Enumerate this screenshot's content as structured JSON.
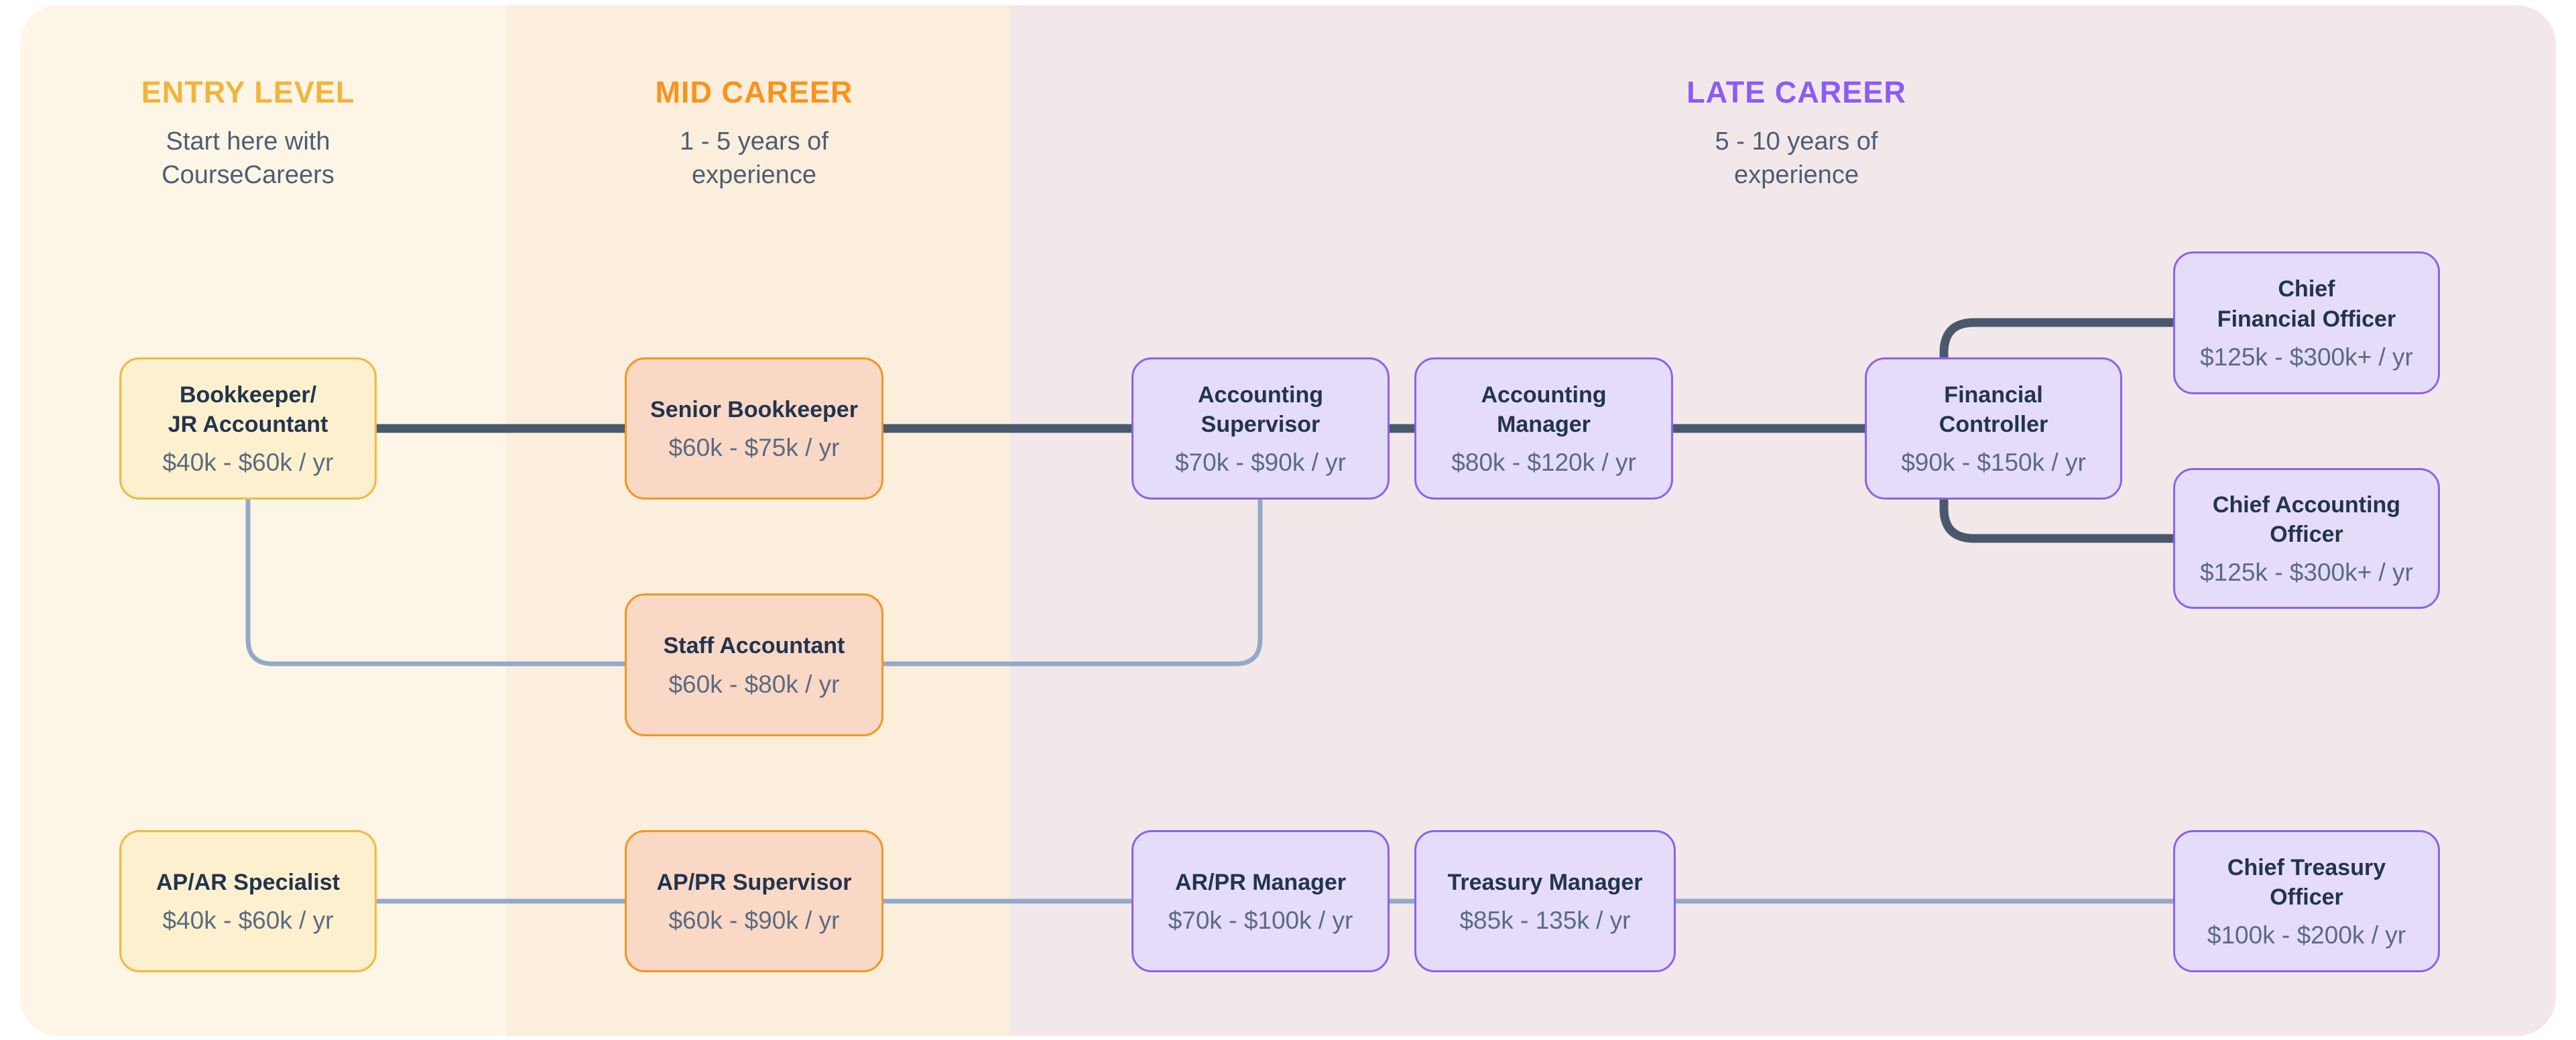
{
  "sections": [
    {
      "label": "ENTRY LEVEL",
      "label_color": "#F2B43D",
      "subtitle_line1": "Start here with",
      "subtitle_line2": "CourseCareers",
      "panel_color": "#FDF6E6"
    },
    {
      "label": "MID CAREER",
      "label_color": "#F8941D",
      "subtitle_line1": "1 - 5 years of",
      "subtitle_line2": "experience",
      "panel_color": "#FCEEDC"
    },
    {
      "label": "LATE CAREER",
      "label_color": "#8B5CF6",
      "subtitle_line1": "5 - 10 years of",
      "subtitle_line2": "experience",
      "panel_color": "#F3E8E9"
    }
  ],
  "boxes": [
    {
      "id": "bookkeeper-jr-accountant",
      "title_lines": [
        "Bookkeeper/",
        "JR Accountant"
      ],
      "salary": "$40k - $60k / yr",
      "stage": "entry"
    },
    {
      "id": "senior-bookkeeper",
      "title_lines": [
        "Senior Bookkeeper"
      ],
      "salary": "$60k - $75k / yr",
      "stage": "mid"
    },
    {
      "id": "staff-accountant",
      "title_lines": [
        "Staff Accountant"
      ],
      "salary": "$60k - $80k / yr",
      "stage": "mid"
    },
    {
      "id": "accounting-supervisor",
      "title_lines": [
        "Accounting",
        "Supervisor"
      ],
      "salary": "$70k - $90k / yr",
      "stage": "late"
    },
    {
      "id": "accounting-manager",
      "title_lines": [
        "Accounting",
        "Manager"
      ],
      "salary": "$80k - $120k / yr",
      "stage": "late"
    },
    {
      "id": "financial-controller",
      "title_lines": [
        "Financial",
        "Controller"
      ],
      "salary": "$90k - $150k / yr",
      "stage": "late"
    },
    {
      "id": "chief-financial-officer",
      "title_lines": [
        "Chief",
        "Financial Officer"
      ],
      "salary": "$125k - $300k+ / yr",
      "stage": "late"
    },
    {
      "id": "chief-accounting-officer",
      "title_lines": [
        "Chief Accounting",
        "Officer"
      ],
      "salary": "$125k - $300k+ / yr",
      "stage": "late"
    },
    {
      "id": "ap-ar-specialist",
      "title_lines": [
        "AP/AR Specialist"
      ],
      "salary": "$40k - $60k / yr",
      "stage": "entry"
    },
    {
      "id": "ap-pr-supervisor",
      "title_lines": [
        "AP/PR Supervisor"
      ],
      "salary": "$60k - $90k / yr",
      "stage": "mid"
    },
    {
      "id": "ar-pr-manager",
      "title_lines": [
        "AR/PR Manager"
      ],
      "salary": "$70k - $100k / yr",
      "stage": "late"
    },
    {
      "id": "treasury-manager",
      "title_lines": [
        "Treasury Manager"
      ],
      "salary": "$85k - 135k / yr",
      "stage": "late"
    },
    {
      "id": "chief-treasury-officer",
      "title_lines": [
        "Chief Treasury",
        "Officer"
      ],
      "salary": "$100k - $200k / yr",
      "stage": "late"
    }
  ],
  "colors": {
    "main_path": "#49596D",
    "alt_path": "#93A9C9",
    "box_title": "#22344E",
    "box_salary": "#5B6B80"
  }
}
